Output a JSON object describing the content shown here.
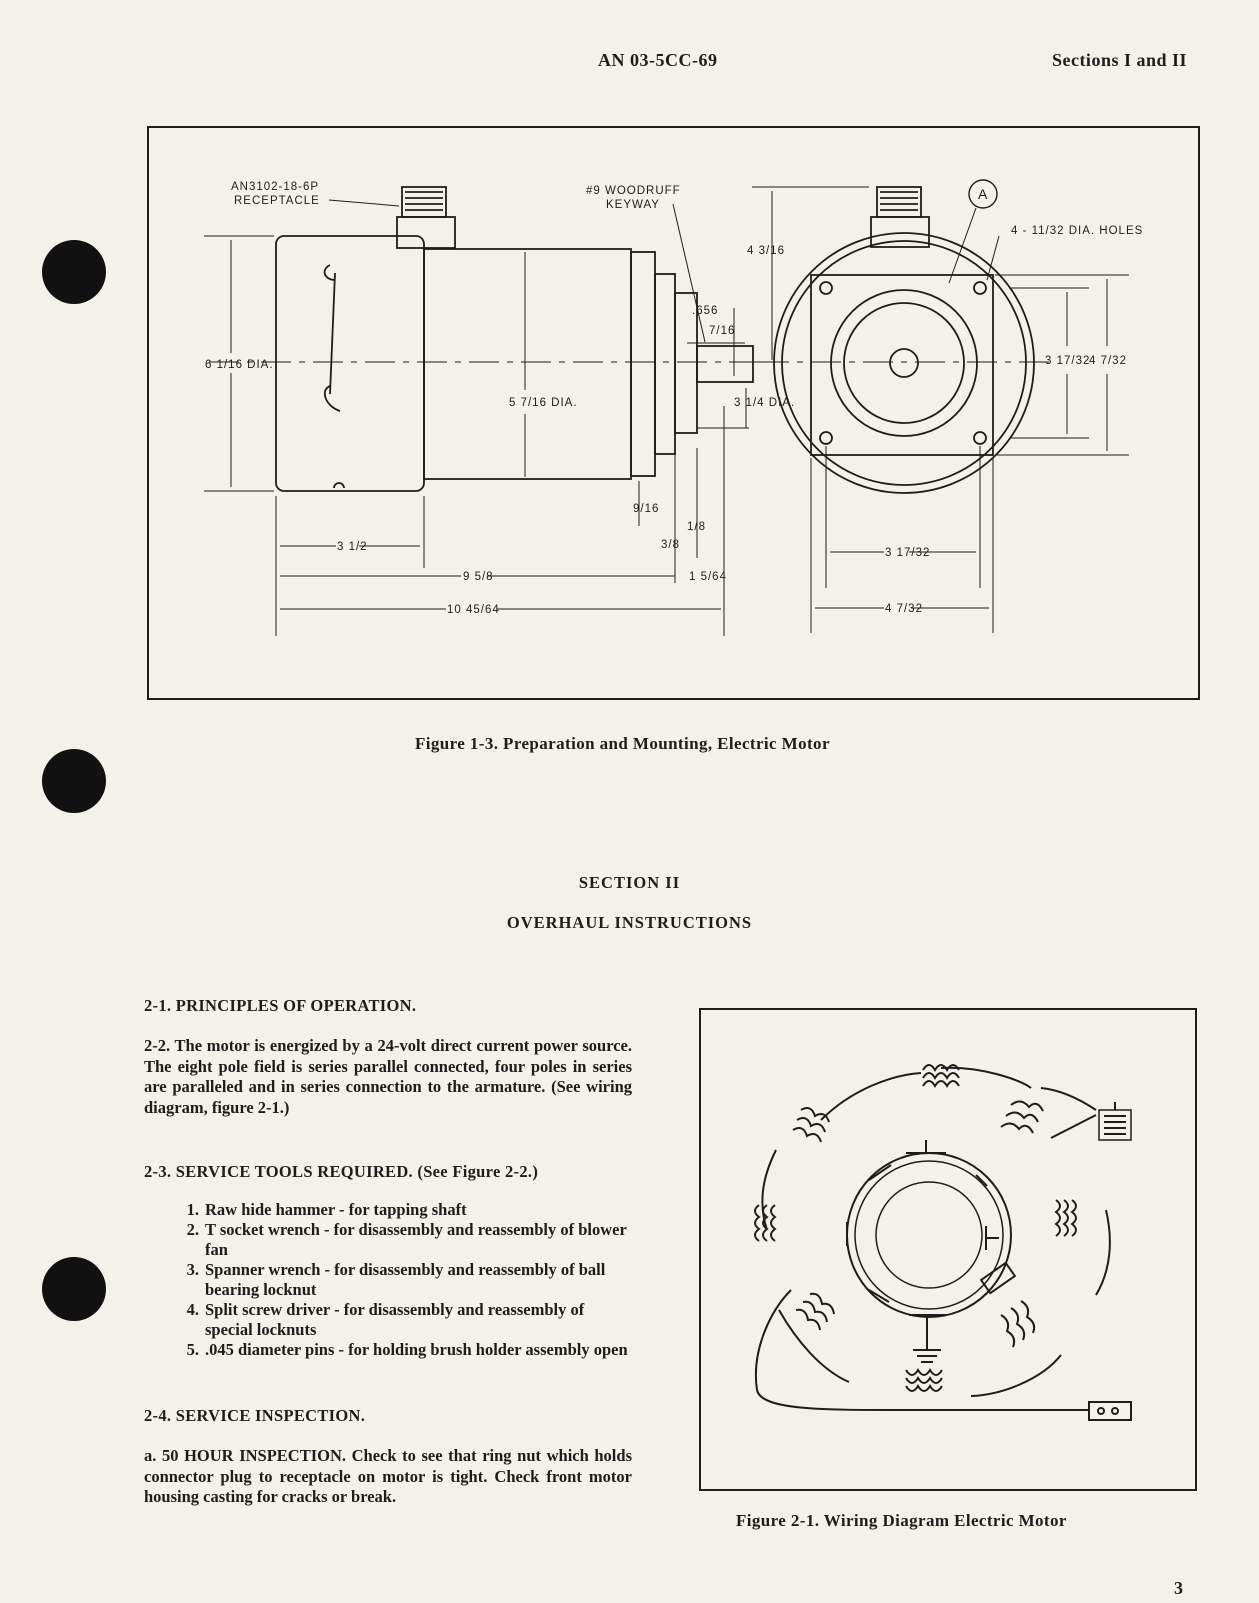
{
  "header": {
    "doc_number": "AN 03-5CC-69",
    "sections": "Sections I and II"
  },
  "figure1": {
    "caption": "Figure 1-3. Preparation and Mounting, Electric Motor",
    "labels": {
      "receptacle_line1": "AN3102-18-6P",
      "receptacle_line2": "RECEPTACLE",
      "keyway_line1": "#9 WOODRUFF",
      "keyway_line2": "KEYWAY",
      "holes": "4 - 11/32 DIA. HOLES",
      "detail_a": "A",
      "dia_left": "6 1/16 DIA.",
      "dia_mid": "5 7/16 DIA.",
      "dia_shaft": "3 1/4 DIA.",
      "shaft_size": ".656",
      "keyway_depth": "7/16",
      "dim_9_16": "9/16",
      "dim_1_8": "1/8",
      "dim_3_8": "3/8",
      "dim_3_1_2": "3 1/2",
      "dim_9_5_8": "9 5/8",
      "dim_1_5_64": "1 5/64",
      "dim_10_45_64": "10 45/64",
      "dim_4_3_16": "4 3/16",
      "dim_3_17_32_v": "3 17/32",
      "dim_4_7_32_v": "4 7/32",
      "dim_3_17_32_h": "3 17/32",
      "dim_4_7_32_h": "4 7/32"
    }
  },
  "section": {
    "title": "SECTION II",
    "subtitle": "OVERHAUL INSTRUCTIONS"
  },
  "body": {
    "h_2_1": "2-1. PRINCIPLES OF OPERATION.",
    "p_2_2": "2-2. The motor is energized by a 24-volt direct current power source. The eight pole field is series parallel connected, four poles in series are paralleled and in series connection to the armature. (See wiring diagram, figure 2-1.)",
    "h_2_3": "2-3. SERVICE TOOLS REQUIRED. (See Figure 2-2.)",
    "tools": [
      {
        "num": "1.",
        "text": "Raw hide hammer - for tapping shaft"
      },
      {
        "num": "2.",
        "text": "T socket wrench - for disassembly and reassembly of blower fan"
      },
      {
        "num": "3.",
        "text": "Spanner wrench - for disassembly and reassembly of ball bearing locknut"
      },
      {
        "num": "4.",
        "text": "Split screw driver - for disassembly and reassembly of special locknuts"
      },
      {
        "num": "5.",
        "text": ".045 diameter pins - for holding brush holder assembly open"
      }
    ],
    "h_2_4": "2-4. SERVICE INSPECTION.",
    "p_a": "a. 50 HOUR INSPECTION. Check to see that ring nut which holds connector plug to receptacle on motor is tight. Check front motor housing casting for cracks or break."
  },
  "figure2": {
    "caption": "Figure 2-1. Wiring Diagram Electric Motor"
  },
  "footer": {
    "page_number": "3"
  },
  "colors": {
    "paper": "#f3f1ea",
    "ink": "#1d1d1d",
    "punch_hole": "#111111"
  }
}
